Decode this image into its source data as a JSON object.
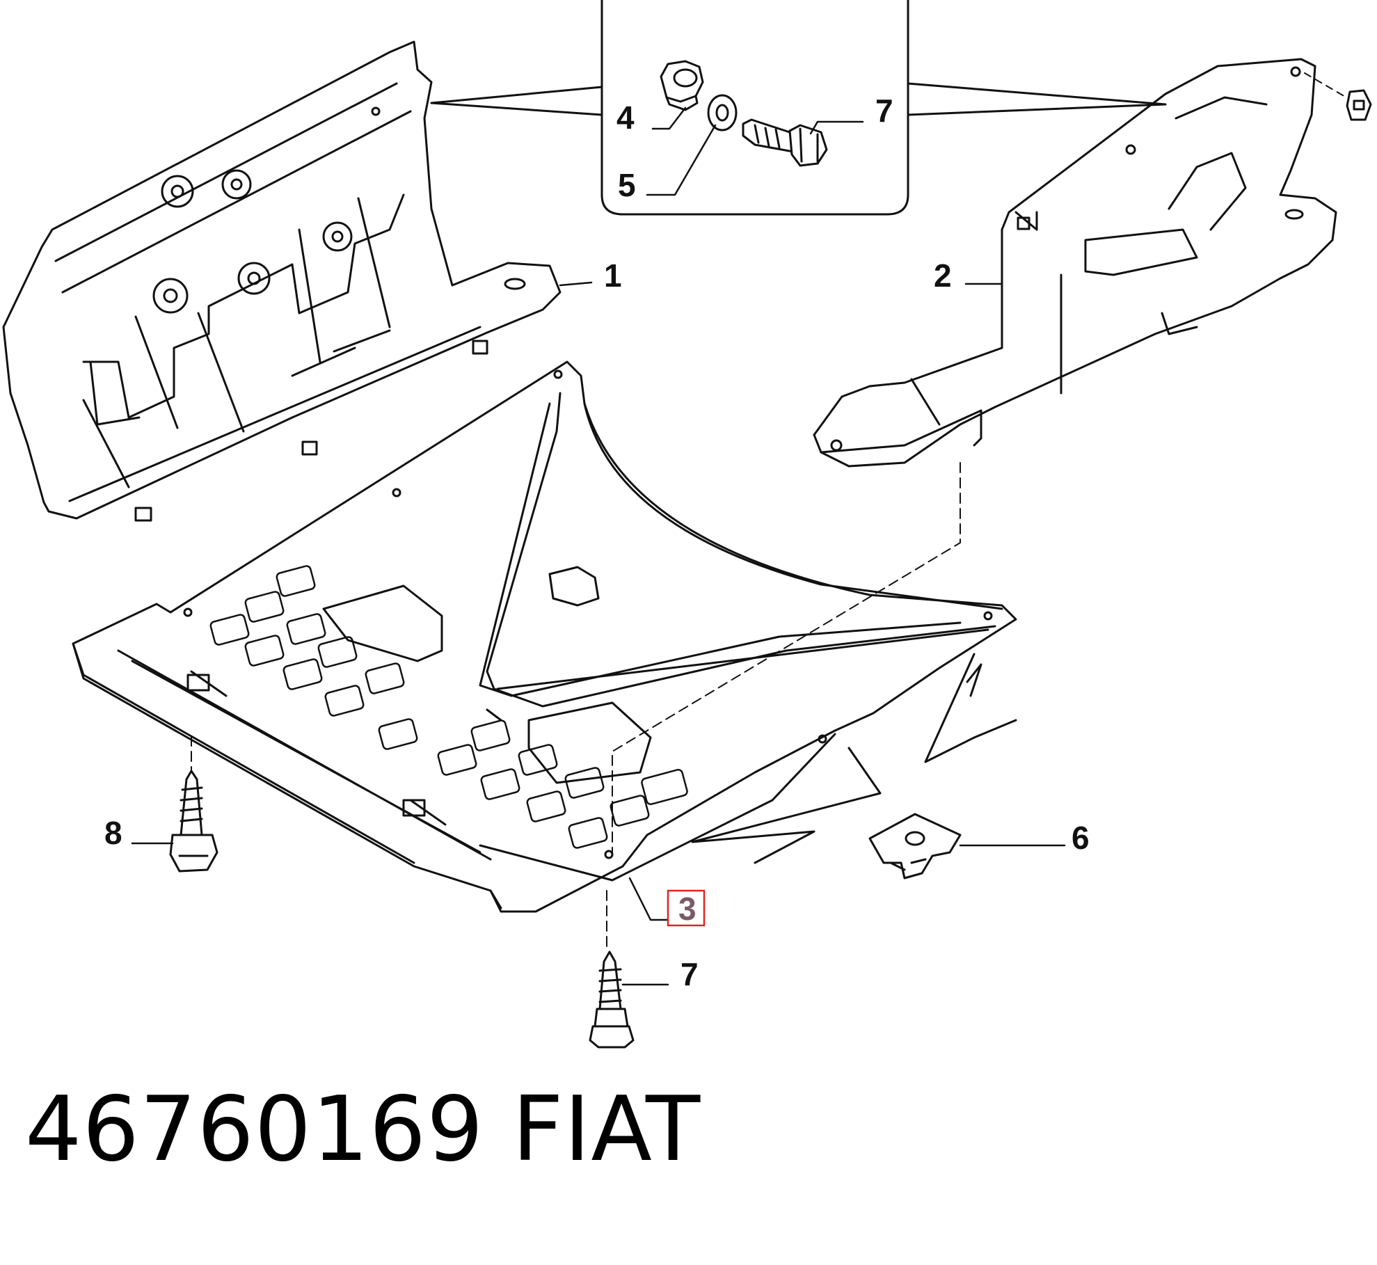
{
  "callouts": [
    {
      "id": "1",
      "text": "1",
      "highlighted": false
    },
    {
      "id": "2",
      "text": "2",
      "highlighted": false
    },
    {
      "id": "3",
      "text": "3",
      "highlighted": true
    },
    {
      "id": "4",
      "text": "4",
      "highlighted": false
    },
    {
      "id": "5",
      "text": "5",
      "highlighted": false
    },
    {
      "id": "6",
      "text": "6",
      "highlighted": false
    },
    {
      "id": "7a",
      "text": "7",
      "highlighted": false
    },
    {
      "id": "7b",
      "text": "7",
      "highlighted": false
    },
    {
      "id": "8",
      "text": "8",
      "highlighted": false
    }
  ],
  "footer": {
    "part_number": "46760169",
    "brand": "FIAT"
  },
  "colors": {
    "stroke": "#111111",
    "highlight": "#e02424",
    "highlight_text": "#7a5a68",
    "background": "#ffffff"
  }
}
